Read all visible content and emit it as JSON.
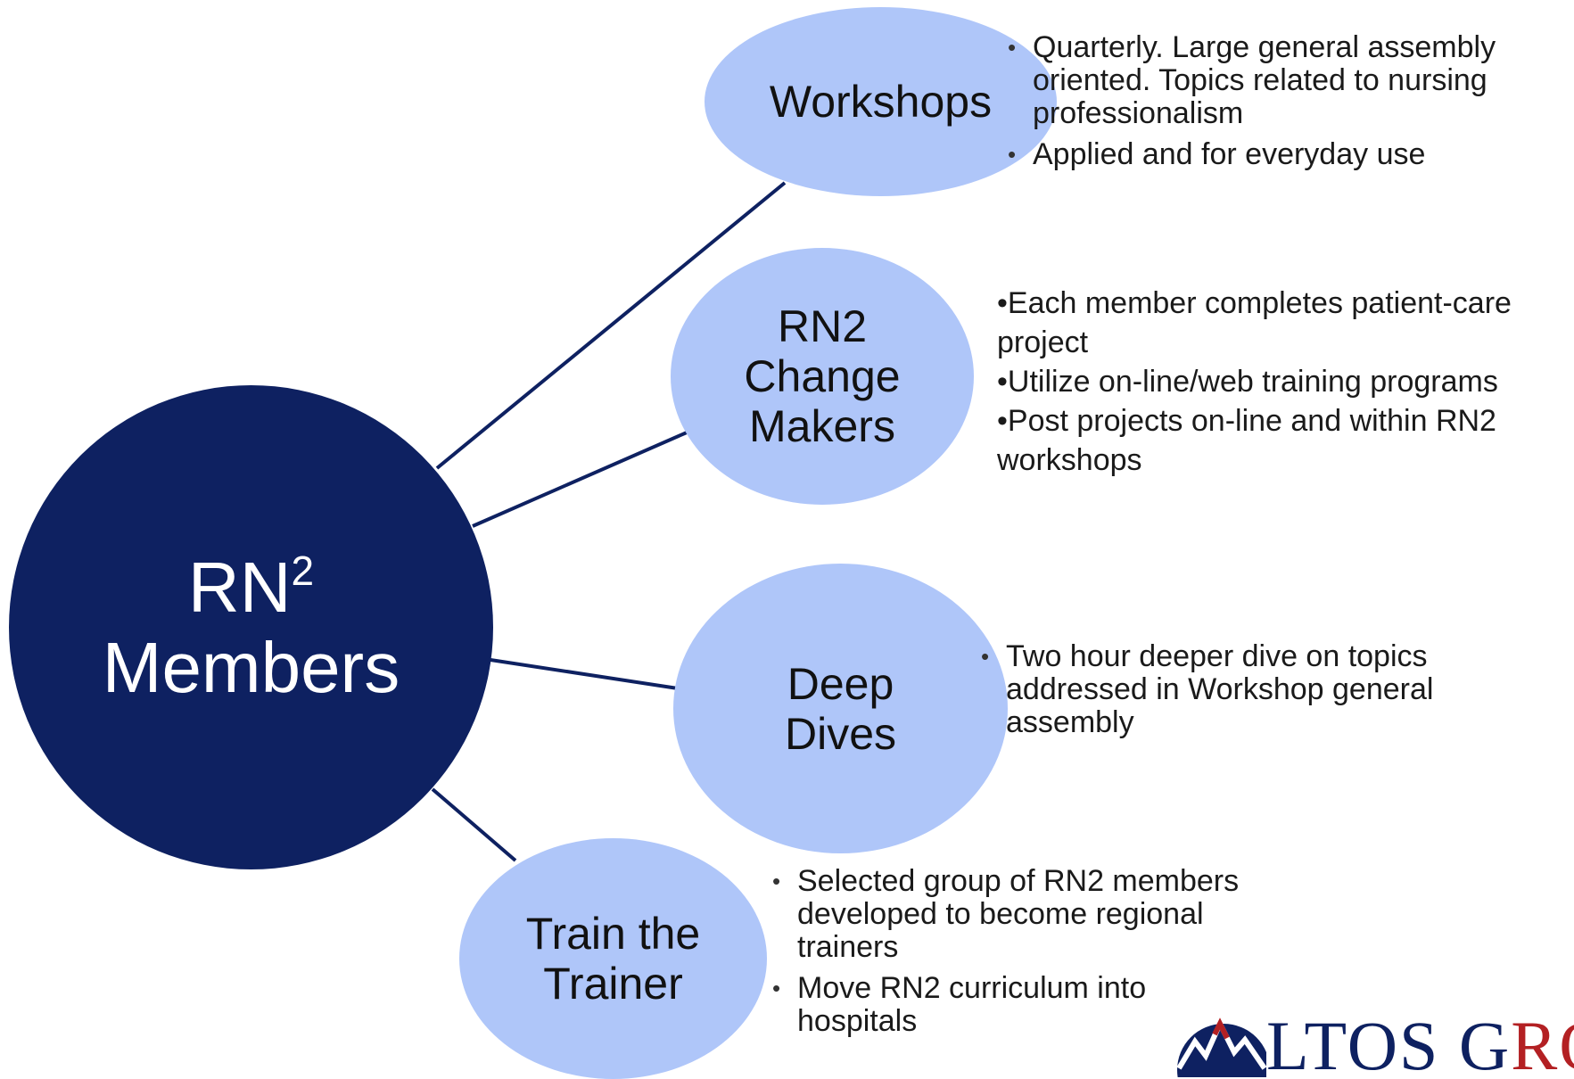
{
  "center": {
    "line1": "RN",
    "sup": "2",
    "line2": "Members"
  },
  "branches": [
    {
      "id": "workshops",
      "lines": [
        "Workshops"
      ],
      "bullets": [
        "Quarterly. Large general assembly oriented. Topics related to nursing professionalism",
        "Applied and for everyday use"
      ]
    },
    {
      "id": "change-makers",
      "lines": [
        "RN2",
        "Change",
        "Makers"
      ],
      "bullets": [
        "Each member completes patient-care project",
        "Utilize on-line/web training programs",
        "Post projects on-line and within RN2 workshops"
      ]
    },
    {
      "id": "deep-dives",
      "lines": [
        "Deep",
        "Dives"
      ],
      "bullets": [
        "Two hour deeper dive on topics addressed in Workshop general assembly"
      ]
    },
    {
      "id": "train-the-trainer",
      "lines": [
        "Train the",
        "Trainer"
      ],
      "bullets": [
        "Selected group of RN2 members developed to become regional trainers",
        "Move RN2 curriculum   into hospitals"
      ]
    }
  ],
  "logo": {
    "text_main": "LTOS G",
    "text_accent": "RO"
  },
  "colors": {
    "center_fill": "#0e2161",
    "branch_fill": "#afc6f9",
    "connector": "#0e2161",
    "logo_red": "#b32023"
  }
}
